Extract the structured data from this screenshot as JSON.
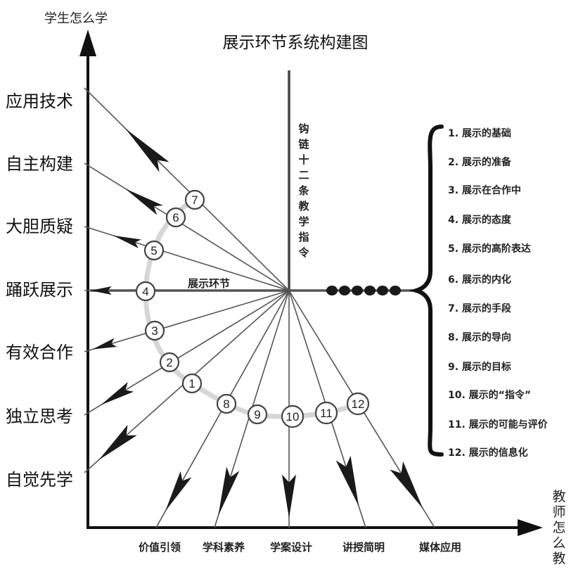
{
  "title": "展示环节系统构建图",
  "y_axis_label": "学生怎么学",
  "x_axis_label_chars": [
    "教",
    "师",
    "怎",
    "么",
    "教"
  ],
  "vertical_label_chars": [
    "钩",
    "链",
    "十",
    "二",
    "条",
    "教",
    "学",
    "指",
    "令"
  ],
  "center_label": "展示环节",
  "student_levels": [
    "应用技术",
    "自主构建",
    "大胆质疑",
    "踊跃展示",
    "有效合作",
    "独立思考",
    "自觉先学"
  ],
  "teacher_levels": [
    "价值引领",
    "学科素养",
    "学案设计",
    "讲授简明",
    "媒体应用"
  ],
  "node_numbers": [
    "1",
    "2",
    "3",
    "4",
    "5",
    "6",
    "7",
    "8",
    "9",
    "10",
    "11",
    "12"
  ],
  "instructions": [
    "1. 展示的基础",
    "2. 展示的准备",
    "3. 展示在合作中",
    "4. 展示的态度",
    "5. 展示的高阶表达",
    "6. 展示的内化",
    "7. 展示的手段",
    "8. 展示的导向",
    "9. 展示的目标",
    "10. 展示的“指令”",
    "11. 展示的可能与评价",
    "12. 展示的信息化"
  ],
  "colors": {
    "ink": "#222222",
    "arc": "#d8d8d8",
    "arrow": "#1a1a1a"
  }
}
